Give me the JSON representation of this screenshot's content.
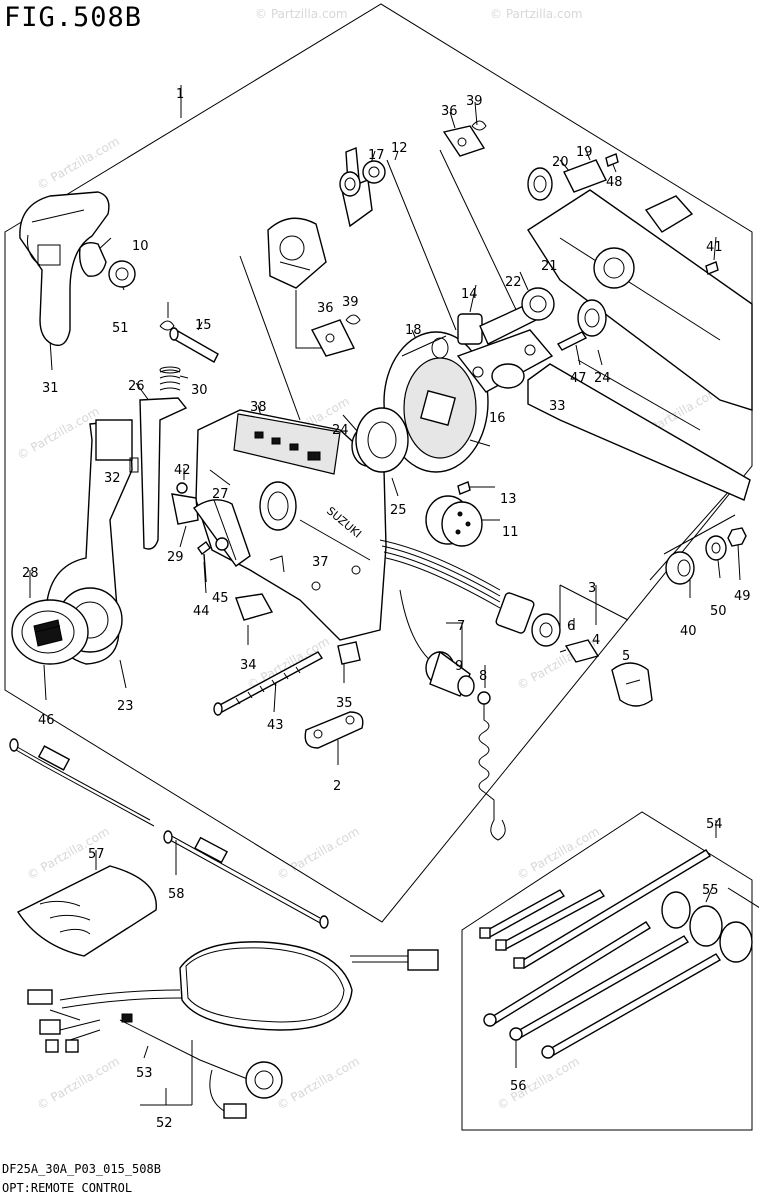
{
  "figure": {
    "title": "FIG.508B",
    "code": "DF25A_30A_P03_015_508B",
    "caption": "OPT:REMOTE CONTROL"
  },
  "watermark": {
    "text": "© Partzilla.com"
  },
  "part_labels": {
    "p1": "1",
    "p2": "2",
    "p3": "3",
    "p4": "4",
    "p5": "5",
    "p6": "6",
    "p7": "7",
    "p8": "8",
    "p9": "9",
    "p10": "10",
    "p11": "11",
    "p12": "12",
    "p13": "13",
    "p14": "14",
    "p15": "15",
    "p16": "16",
    "p17": "17",
    "p18": "18",
    "p19": "19",
    "p20": "20",
    "p21": "21",
    "p22": "22",
    "p23": "23",
    "p24a": "24",
    "p24b": "24",
    "p25": "25",
    "p26": "26",
    "p27": "27",
    "p28": "28",
    "p29": "29",
    "p30": "30",
    "p31": "31",
    "p32": "32",
    "p33": "33",
    "p34": "34",
    "p35": "35",
    "p36a": "36",
    "p36b": "36",
    "p37": "37",
    "p38": "38",
    "p39a": "39",
    "p39b": "39",
    "p40": "40",
    "p41": "41",
    "p42": "42",
    "p43": "43",
    "p44": "44",
    "p45": "45",
    "p46": "46",
    "p47": "47",
    "p48": "48",
    "p49": "49",
    "p50": "50",
    "p51": "51",
    "p52": "52",
    "p53": "53",
    "p54": "54",
    "p55": "55",
    "p56": "56",
    "p57": "57",
    "p58": "58"
  },
  "markings": {
    "brand": "SUZUKI"
  }
}
